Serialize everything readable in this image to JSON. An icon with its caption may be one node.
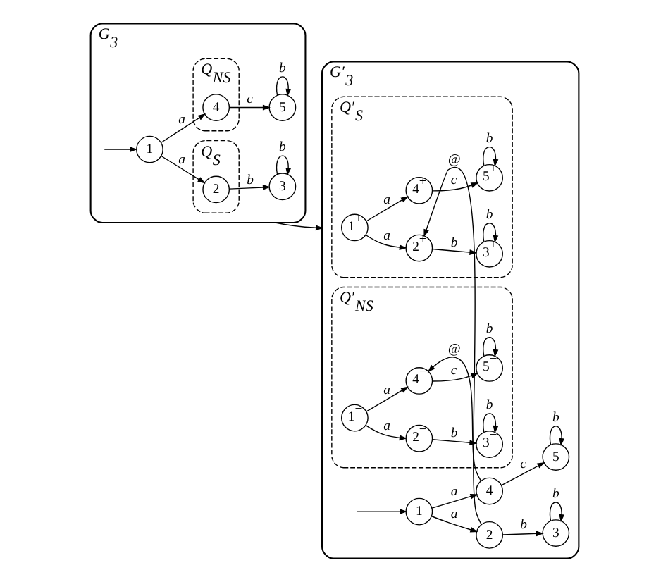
{
  "diagram": {
    "nodes": [
      {
        "text": [
          "G$_{3}$"
        ]
      },
      {
        "text": [
          "Q$_{S}$"
        ],
        "in": 0
      },
      {
        "text": [
          "Q$_{NS}$"
        ],
        "in": 0
      },
      {
        "text": [
          "1"
        ],
        "in": 0
      },
      {
        "text": [
          "2"
        ],
        "in": 1
      },
      {
        "text": [
          "3"
        ],
        "in": 0
      },
      {
        "text": [
          "4"
        ],
        "in": 2
      },
      {
        "text": [
          "5"
        ],
        "in": 0
      },
      {
        "text": [
          "G′$_{3}$"
        ]
      },
      {
        "text": [
          "Q′$_{S}$"
        ],
        "in": 8
      },
      {
        "text": [
          "1$^{+}$"
        ],
        "in": 9
      },
      {
        "text": [
          "2$^{+}$"
        ],
        "in": 9
      },
      {
        "text": [
          "3$^{+}$"
        ],
        "in": 9
      },
      {
        "text": [
          "4$^{+}$"
        ],
        "in": 9
      },
      {
        "text": [
          "5$^{+}$"
        ],
        "in": 9
      },
      {
        "text": [
          "1"
        ],
        "in": 8
      },
      {
        "text": [
          "2"
        ],
        "in": 8
      },
      {
        "text": [
          "3"
        ],
        "in": 8
      },
      {
        "text": [
          "4"
        ],
        "in": 8
      },
      {
        "text": [
          "5"
        ],
        "in": 8
      },
      {
        "text": [
          "Q′$_{NS}$"
        ],
        "in": 8
      },
      {
        "text": [
          "1$^{−}$"
        ],
        "in": 20
      },
      {
        "text": [
          "2$^{−}$"
        ],
        "in": 20
      },
      {
        "text": [
          "3$^{−}$"
        ],
        "in": 20
      },
      {
        "text": [
          "4$^{−}$"
        ],
        "in": 20
      },
      {
        "text": [
          "5$^{−}$"
        ],
        "in": 20
      }
    ],
    "edges": [
      {
        "from": null,
        "to": 3,
        "arrow": "to"
      },
      {
        "from": 3,
        "to": 4,
        "arrow": "to",
        "label": "a"
      },
      {
        "from": 3,
        "to": 6,
        "arrow": "to",
        "label": "a"
      },
      {
        "from": 4,
        "to": 5,
        "arrow": "to",
        "label": "b"
      },
      {
        "from": 5,
        "to": 5,
        "arrow": "to",
        "label": "b"
      },
      {
        "from": 6,
        "to": 7,
        "arrow": "to",
        "label": "c"
      },
      {
        "from": 7,
        "to": 7,
        "arrow": "to",
        "label": "b"
      },
      {
        "from": 0,
        "to": 8,
        "arrow": "to"
      },
      {
        "from": 10,
        "to": 11,
        "arrow": "to",
        "label": "a"
      },
      {
        "from": 10,
        "to": 13,
        "arrow": "to",
        "label": "a"
      },
      {
        "from": 11,
        "to": 12,
        "arrow": "to",
        "label": "b"
      },
      {
        "from": 12,
        "to": 12,
        "arrow": "to",
        "label": "b"
      },
      {
        "from": 13,
        "to": 14,
        "arrow": "to",
        "label": "c"
      },
      {
        "from": 14,
        "to": 14,
        "arrow": "to",
        "label": "b"
      },
      {
        "from": null,
        "to": 15,
        "arrow": "to"
      },
      {
        "from": 15,
        "to": 16,
        "arrow": "to",
        "label": "a"
      },
      {
        "from": 15,
        "to": 18,
        "arrow": "to",
        "label": "a"
      },
      {
        "from": 16,
        "to": 17,
        "arrow": "to",
        "label": "b"
      },
      {
        "from": 17,
        "to": 17,
        "arrow": "to",
        "label": "b"
      },
      {
        "from": 18,
        "to": 19,
        "arrow": "to",
        "label": "c"
      },
      {
        "from": 19,
        "to": 19,
        "arrow": "to",
        "label": "b"
      },
      {
        "from": 16,
        "to": 11,
        "arrow": "to",
        "label": "@"
      },
      {
        "from": 18,
        "to": 24,
        "arrow": "to",
        "label": "@"
      },
      {
        "from": 21,
        "to": 22,
        "arrow": "to",
        "label": "a"
      },
      {
        "from": 21,
        "to": 24,
        "arrow": "to",
        "label": "a"
      },
      {
        "from": 22,
        "to": 23,
        "arrow": "to",
        "label": "b"
      },
      {
        "from": 23,
        "to": 23,
        "arrow": "to",
        "label": "b"
      },
      {
        "from": 24,
        "to": 25,
        "arrow": "to",
        "label": "c"
      },
      {
        "from": 25,
        "to": 25,
        "arrow": "to",
        "label": "b"
      }
    ]
  }
}
